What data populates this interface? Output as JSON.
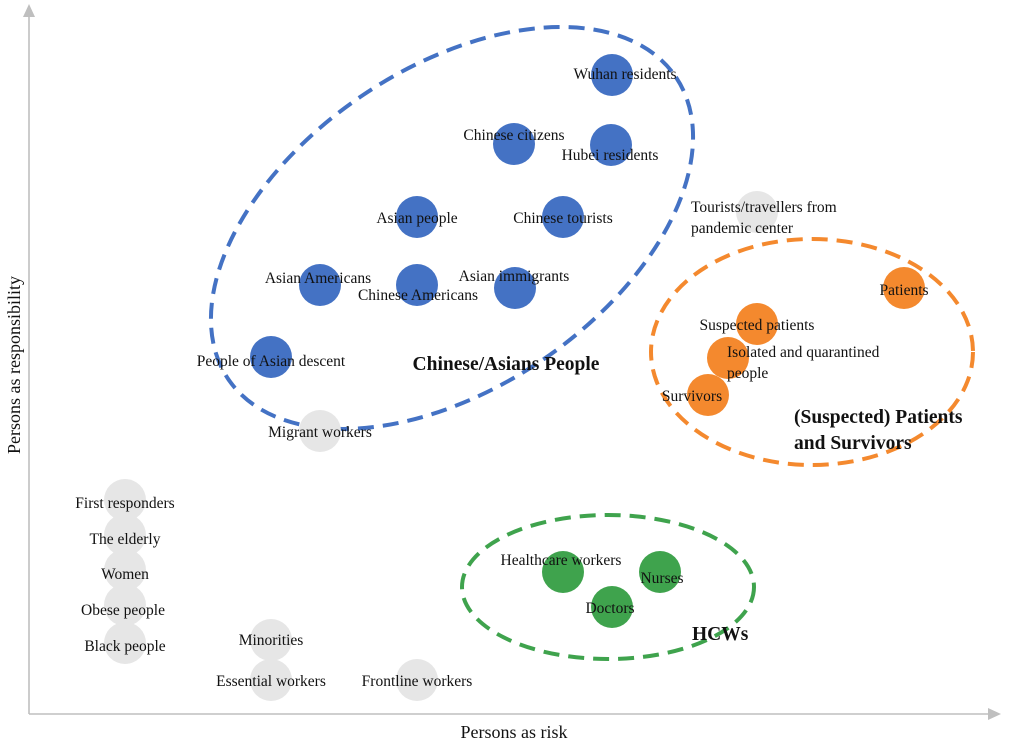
{
  "axes": {
    "x_label": "Persons as risk",
    "y_label": "Persons as responsibility"
  },
  "colors": {
    "blue": "#4472C4",
    "orange": "#F4892E",
    "green": "#3FA34D",
    "gray": "#E6E6E6",
    "axis": "#BFBFBF"
  },
  "groups": [
    {
      "id": "chinese",
      "label_lines": [
        "Chinese/Asians People"
      ],
      "color": "blue"
    },
    {
      "id": "patients",
      "label_lines": [
        "(Suspected) Patients",
        "and Survivors"
      ],
      "color": "orange"
    },
    {
      "id": "hcw",
      "label_lines": [
        "HCWs"
      ],
      "color": "green"
    }
  ],
  "points": [
    {
      "label_lines": [
        "Wuhan residents"
      ],
      "group": "chinese",
      "color": "blue"
    },
    {
      "label_lines": [
        "Chinese citizens"
      ],
      "group": "chinese",
      "color": "blue"
    },
    {
      "label_lines": [
        "Hubei residents"
      ],
      "group": "chinese",
      "color": "blue"
    },
    {
      "label_lines": [
        "Asian people"
      ],
      "group": "chinese",
      "color": "blue"
    },
    {
      "label_lines": [
        "Chinese tourists"
      ],
      "group": "chinese",
      "color": "blue"
    },
    {
      "label_lines": [
        "Asian Americans"
      ],
      "group": "chinese",
      "color": "blue"
    },
    {
      "label_lines": [
        "Chinese Americans"
      ],
      "group": "chinese",
      "color": "blue"
    },
    {
      "label_lines": [
        "Asian immigrants"
      ],
      "group": "chinese",
      "color": "blue"
    },
    {
      "label_lines": [
        "People of Asian descent"
      ],
      "group": "chinese",
      "color": "blue"
    },
    {
      "label_lines": [
        "Tourists/travellers from",
        "pandemic center"
      ],
      "group": null,
      "color": "gray"
    },
    {
      "label_lines": [
        "Patients"
      ],
      "group": "patients",
      "color": "orange"
    },
    {
      "label_lines": [
        "Suspected patients"
      ],
      "group": "patients",
      "color": "orange"
    },
    {
      "label_lines": [
        "Isolated and quarantined",
        "people"
      ],
      "group": "patients",
      "color": "orange"
    },
    {
      "label_lines": [
        "Survivors"
      ],
      "group": "patients",
      "color": "orange"
    },
    {
      "label_lines": [
        "Migrant workers"
      ],
      "group": null,
      "color": "gray"
    },
    {
      "label_lines": [
        "First responders"
      ],
      "group": null,
      "color": "gray"
    },
    {
      "label_lines": [
        "The elderly"
      ],
      "group": null,
      "color": "gray"
    },
    {
      "label_lines": [
        "Women"
      ],
      "group": null,
      "color": "gray"
    },
    {
      "label_lines": [
        "Obese people"
      ],
      "group": null,
      "color": "gray"
    },
    {
      "label_lines": [
        "Black people"
      ],
      "group": null,
      "color": "gray"
    },
    {
      "label_lines": [
        "Minorities"
      ],
      "group": null,
      "color": "gray"
    },
    {
      "label_lines": [
        "Essential workers"
      ],
      "group": null,
      "color": "gray"
    },
    {
      "label_lines": [
        "Frontline workers"
      ],
      "group": null,
      "color": "gray"
    },
    {
      "label_lines": [
        "Healthcare workers"
      ],
      "group": "hcw",
      "color": "green"
    },
    {
      "label_lines": [
        "Nurses"
      ],
      "group": "hcw",
      "color": "green"
    },
    {
      "label_lines": [
        "Doctors"
      ],
      "group": "hcw",
      "color": "green"
    }
  ]
}
